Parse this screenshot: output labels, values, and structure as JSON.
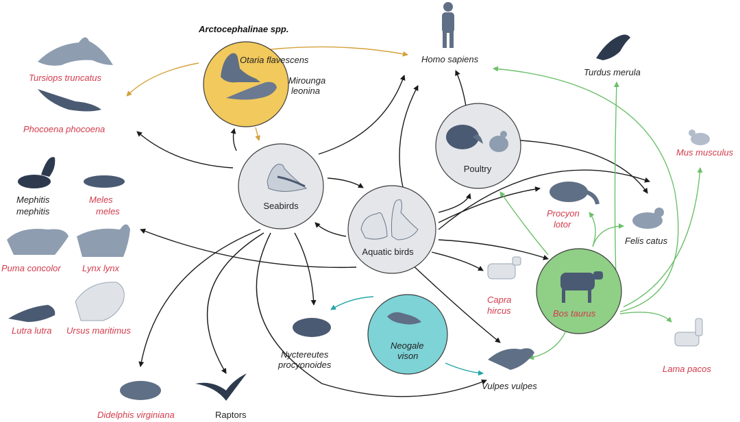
{
  "colors": {
    "red_label": "#d23b4b",
    "dark_label": "#222222",
    "yellow_node": "#f2c95c",
    "grey_node": "#e4e6ea",
    "green_node": "#8fcf86",
    "teal_node": "#7dd3d6",
    "arrow_black": "#1a1a1a",
    "arrow_orange": "#d4a13a",
    "arrow_green": "#6cc06a",
    "arrow_teal": "#22a6a6"
  },
  "nodes": {
    "arctocephalinae_title": "Arctocephalinae spp.",
    "otaria": "Otaria flavescens",
    "mirounga_1": "Mirounga",
    "mirounga_2": "leonina",
    "seabirds": "Seabirds",
    "aquatic_birds": "Aquatic birds",
    "poultry": "Poultry",
    "bos_taurus": "Bos taurus",
    "neogale_1": "Neogale",
    "neogale_2": "vison"
  },
  "species": {
    "homo_sapiens": "Homo sapiens",
    "turdus_merula": "Turdus merula",
    "mus_musculus": "Mus musculus",
    "tursiops": "Tursiops truncatus",
    "phocoena": "Phocoena phocoena",
    "mephitis_1": "Mephitis",
    "mephitis_2": "mephitis",
    "meles_1": "Meles",
    "meles_2": "meles",
    "puma": "Puma concolor",
    "lynx": "Lynx lynx",
    "lutra": "Lutra lutra",
    "ursus": "Ursus maritimus",
    "procyon_1": "Procyon",
    "procyon_2": "lotor",
    "felis": "Felis catus",
    "capra_1": "Capra",
    "capra_2": "hircus",
    "nyctereutes_1": "Nyctereutes",
    "nyctereutes_2": "procyonoides",
    "vulpes": "Vulpes vulpes",
    "lama": "Lama pacos",
    "didelphis": "Didelphis virginiana",
    "raptors": "Raptors"
  },
  "icons": [
    "dolphin-icon",
    "porpoise-icon",
    "skunk-icon",
    "badger-icon",
    "puma-icon",
    "lynx-icon",
    "otter-icon",
    "polar-bear-icon",
    "human-icon",
    "blackbird-icon",
    "mouse-icon",
    "sea-lion-icon",
    "elephant-seal-icon",
    "gull-icon",
    "goose-icon",
    "duck-icon",
    "turkey-icon",
    "hen-icon",
    "raccoon-icon",
    "cat-icon",
    "goat-icon",
    "cow-icon",
    "alpaca-icon",
    "raccoon-dog-icon",
    "mink-icon",
    "fox-icon",
    "opossum-icon",
    "raptor-icon"
  ]
}
